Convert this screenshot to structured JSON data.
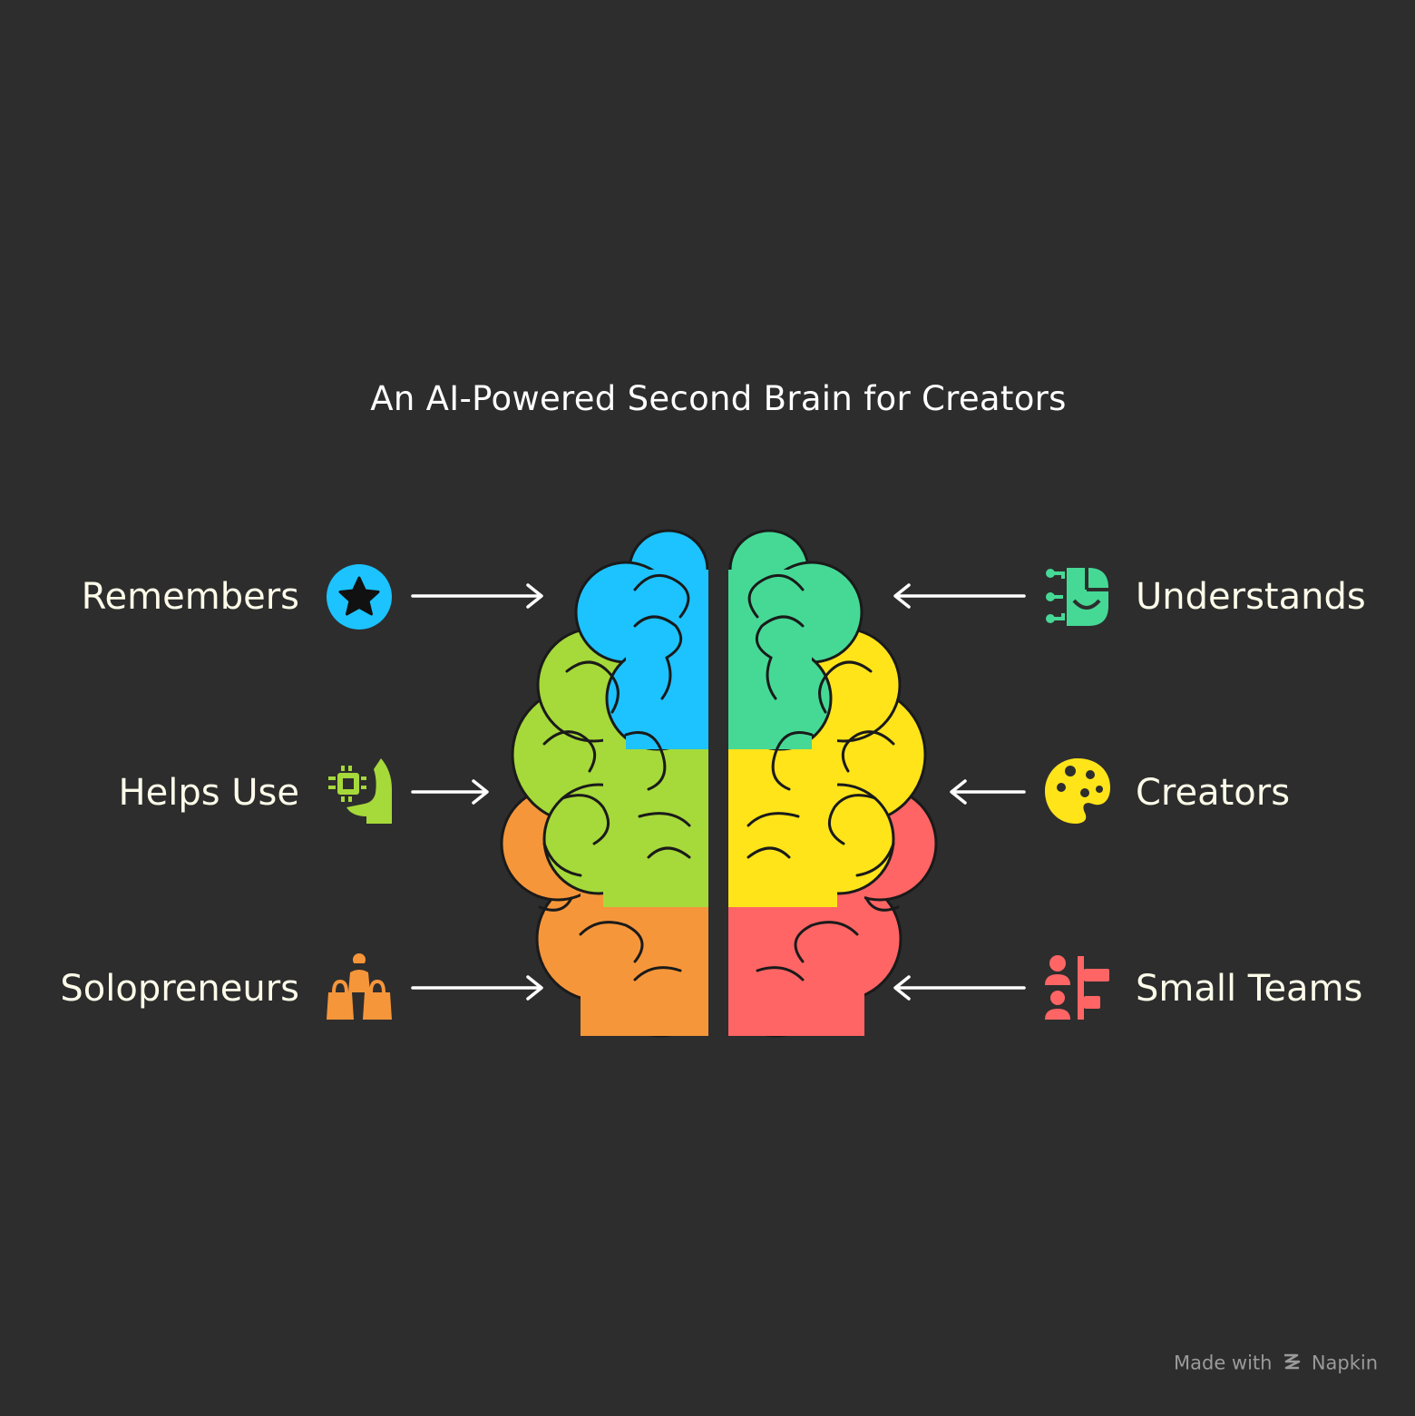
{
  "title": "An AI-Powered Second Brain for Creators",
  "left_items": [
    {
      "label": "Remembers",
      "icon": "star-badge-icon",
      "color": "#1cc3ff"
    },
    {
      "label": "Helps Use",
      "icon": "ai-chip-hand-icon",
      "color": "#a6d93a"
    },
    {
      "label": "Solopreneurs",
      "icon": "person-shopping-bags-icon",
      "color": "#f6963a"
    }
  ],
  "right_items": [
    {
      "label": "Understands",
      "icon": "circuit-brain-icon",
      "color": "#46d996"
    },
    {
      "label": "Creators",
      "icon": "paint-palette-icon",
      "color": "#ffe41a"
    },
    {
      "label": "Small Teams",
      "icon": "team-org-chart-icon",
      "color": "#ff6565"
    }
  ],
  "brain_colors": {
    "left_top": "#1cc3ff",
    "left_middle": "#a6d93a",
    "left_bottom": "#f6963a",
    "right_top": "#46d996",
    "right_middle": "#ffe41a",
    "right_bottom": "#ff6565"
  },
  "watermark": {
    "prefix": "Made with",
    "brand": "Napkin"
  }
}
